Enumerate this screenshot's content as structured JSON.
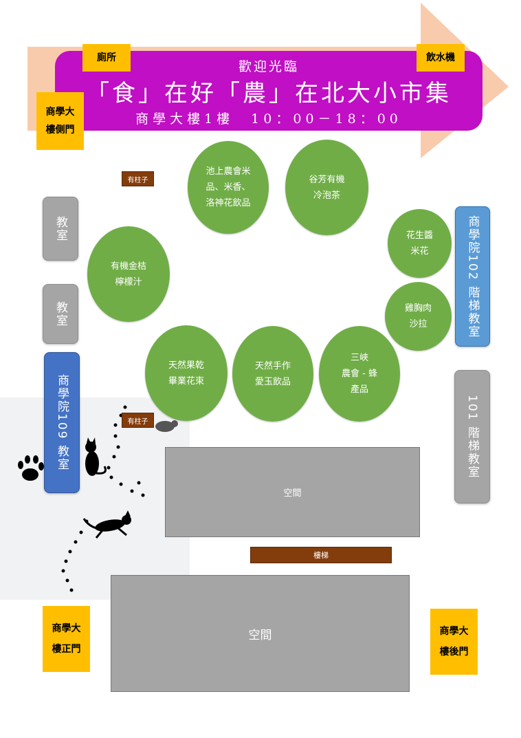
{
  "banner": {
    "line1": "歡迎光臨",
    "line2": "「食」在好「農」在北大小市集",
    "line3": "商學大樓1樓　10：00－18：00"
  },
  "labels": {
    "toilet": "廁所",
    "water": "飲水機",
    "side_door_1": "商學大",
    "side_door_2": "樓側門",
    "front_door_1": "商學大",
    "front_door_2": "樓正門",
    "back_door_1": "商學大",
    "back_door_2": "樓後門",
    "pillar_1": "有柱子",
    "pillar_2": "有柱子",
    "stairs": "樓梯",
    "space_1": "空間",
    "space_2": "空間"
  },
  "rooms": {
    "classroom_1": "教室",
    "classroom_2": "教室",
    "room_109": "商學院109 教室",
    "room_102": "商學院102 階梯教室",
    "room_101": "101 階梯教室"
  },
  "booths": [
    {
      "line1": "池上農會米",
      "line2": "品、米香、",
      "line3": "洛神花飲品"
    },
    {
      "line1": "谷芳有機",
      "line2": "冷泡茶"
    },
    {
      "line1": "有機金桔",
      "line2": "檸檬汁"
    },
    {
      "line1": "花生醬",
      "line2": "米花"
    },
    {
      "line1": "雞胸肉",
      "line2": "沙拉"
    },
    {
      "line1": "天然果乾",
      "line2": "畢業花束"
    },
    {
      "line1": "天然手作",
      "line2": "愛玉飲品"
    },
    {
      "line1": "三峽",
      "line2": "農會 - 蜂",
      "line3": "產品"
    }
  ],
  "colors": {
    "banner": "#c00fc4",
    "arrow": "#f8cbad",
    "door_box": "#ffbf00",
    "booth": "#70ad47",
    "pillar": "#833c0b",
    "classroom_grey": "#a5a5a5",
    "room_109": "#4472c4",
    "room_102": "#5b9bd5"
  }
}
